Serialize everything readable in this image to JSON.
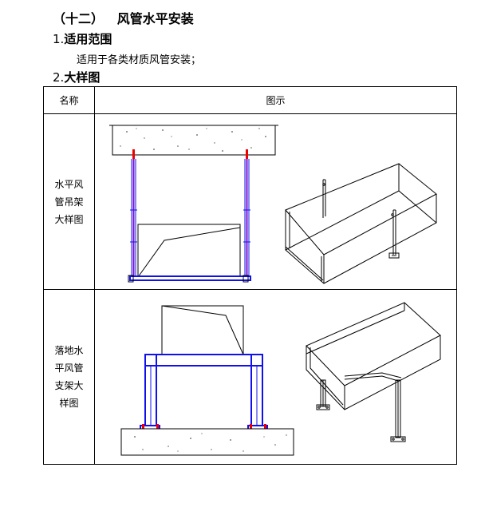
{
  "section": {
    "number": "（十二）",
    "title": "风管水平安装"
  },
  "scope": {
    "number": "1.",
    "title": "适用范围",
    "text": "适用于各类材质风管安装；"
  },
  "detail": {
    "number": "2.",
    "title": "大样图"
  },
  "table": {
    "headers": {
      "name": "名称",
      "figure": "图示"
    },
    "rows": [
      {
        "name_lines": [
          "水平风",
          "管吊架",
          "大样图"
        ]
      },
      {
        "name_lines": [
          "落地水",
          "平风管",
          "支架大",
          "样图"
        ]
      }
    ]
  },
  "colors": {
    "support_blue": "#1010ee",
    "anchor_red": "#ee0000",
    "hanger_purple": "#7a10d0",
    "line": "#000000"
  }
}
